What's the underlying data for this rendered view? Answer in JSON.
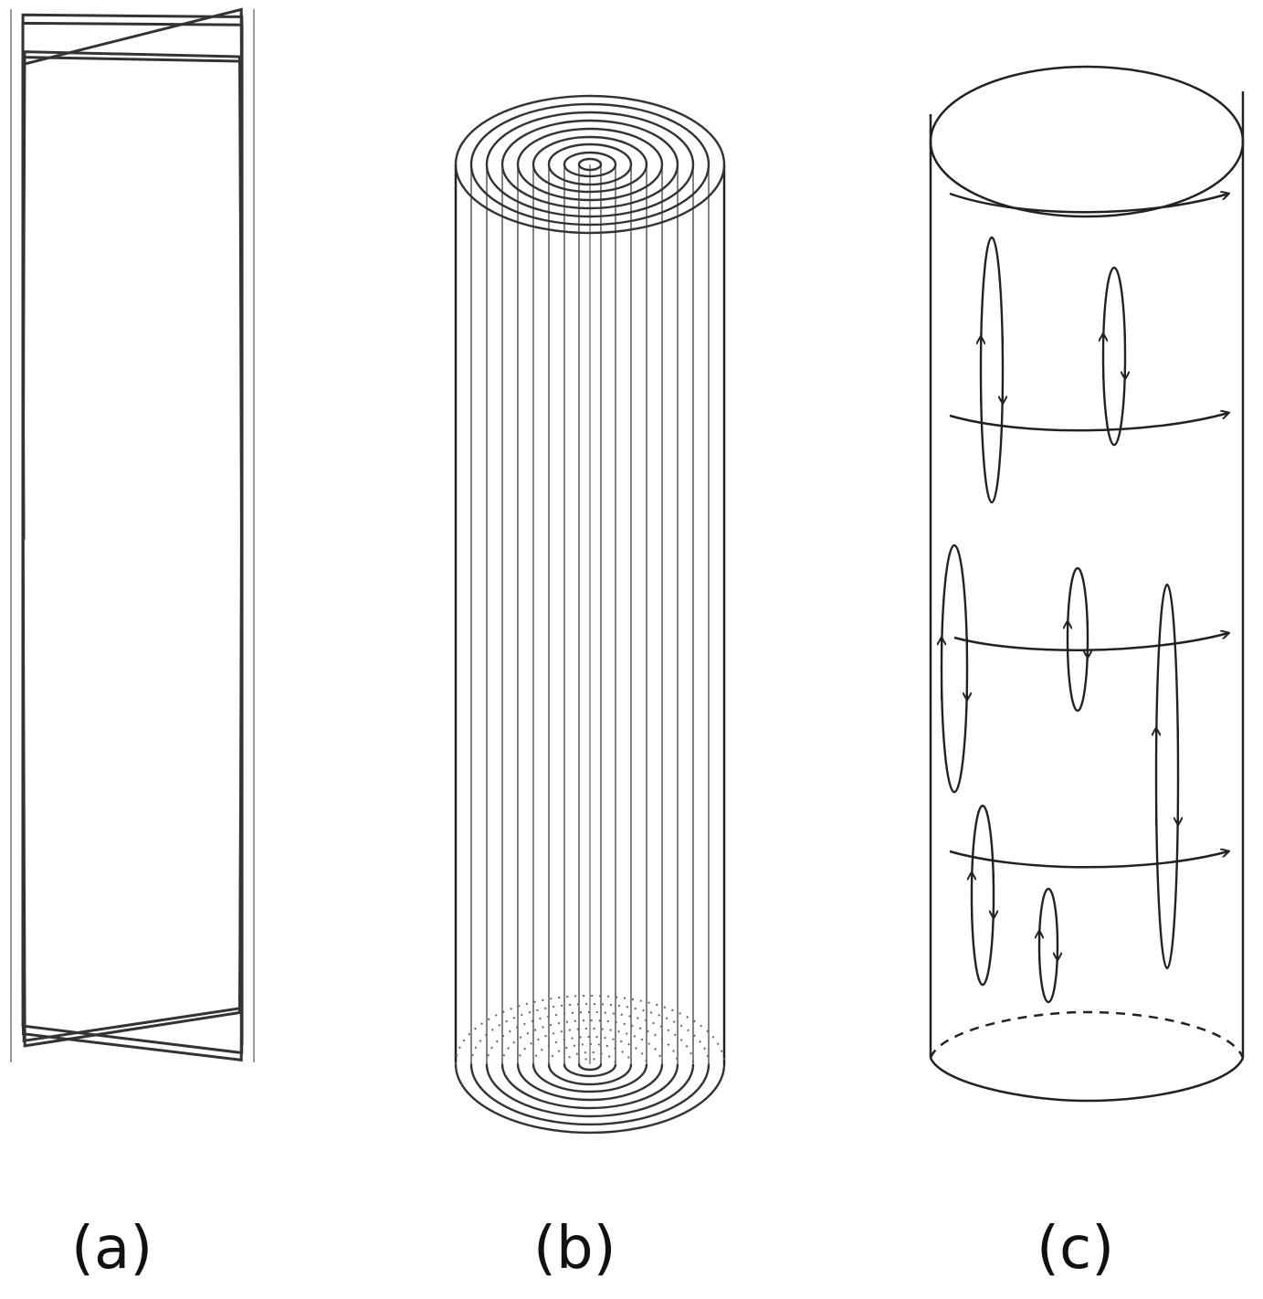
{
  "panels": [
    {
      "id": "a",
      "label": "(a)"
    },
    {
      "id": "b",
      "label": "(b)"
    },
    {
      "id": "c",
      "label": "(c)"
    }
  ],
  "colors": {
    "stroke": "#222222",
    "guide": "#9a9a9a",
    "text": "#111111",
    "background": "#ffffff"
  }
}
